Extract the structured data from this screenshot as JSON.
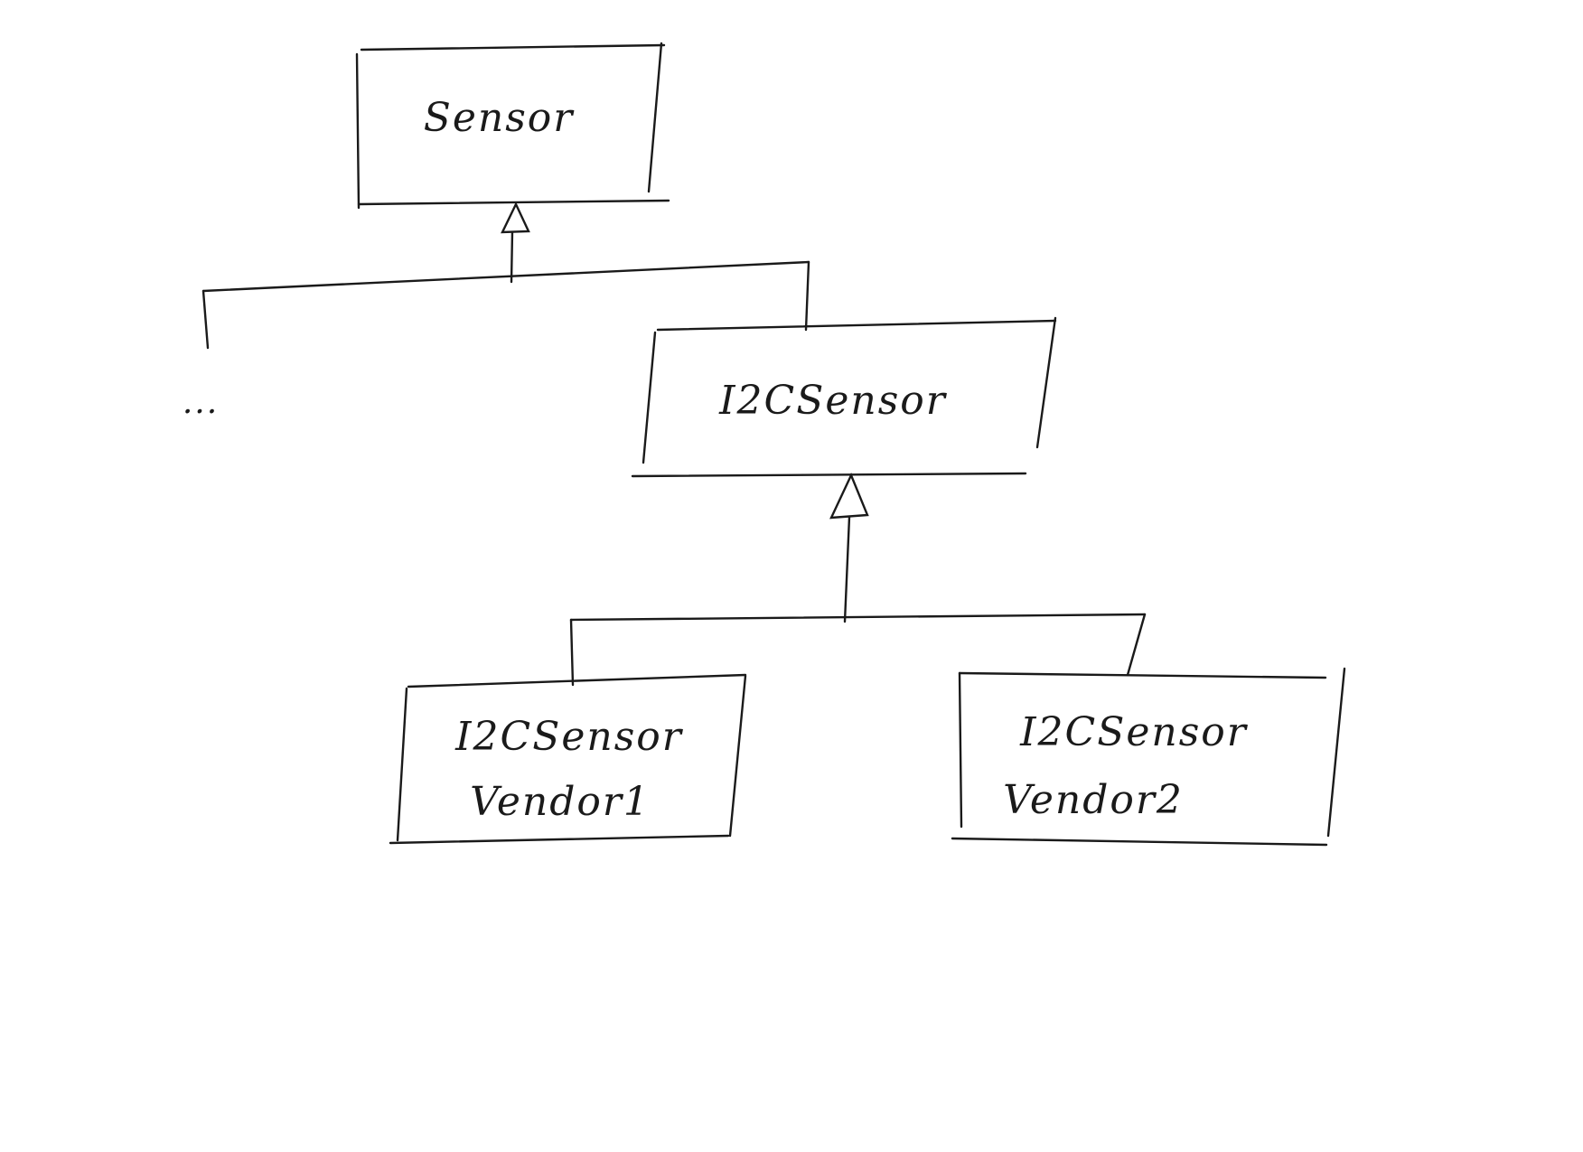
{
  "diagram": {
    "title": "Sensor class hierarchy",
    "nodes": {
      "sensor": {
        "label": "Sensor"
      },
      "i2c_sensor": {
        "label": "I2CSensor"
      },
      "vendor1": {
        "line1": "I2CSensor",
        "line2": "Vendor1"
      },
      "vendor2": {
        "line1": "I2CSensor",
        "line2": "Vendor2"
      }
    },
    "ellipsis": "...",
    "edges": [
      {
        "from": "i2c_sensor",
        "to": "sensor",
        "type": "inheritance"
      },
      {
        "from": "ellipsis",
        "to": "sensor",
        "type": "inheritance"
      },
      {
        "from": "vendor1",
        "to": "i2c_sensor",
        "type": "inheritance"
      },
      {
        "from": "vendor2",
        "to": "i2c_sensor",
        "type": "inheritance"
      }
    ]
  }
}
